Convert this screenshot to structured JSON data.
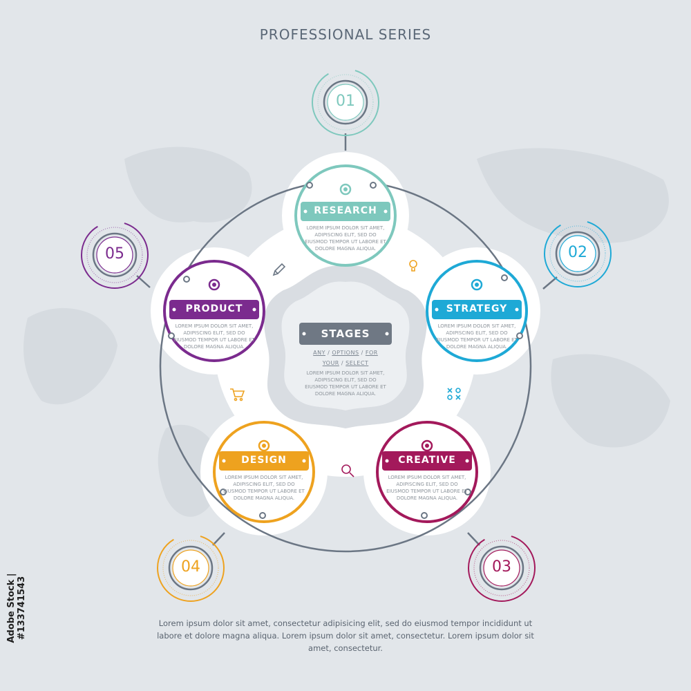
{
  "title": "PROFESSIONAL SERIES",
  "center": {
    "label": "STAGES",
    "options": [
      "ANY",
      "OPTIONS",
      "FOR",
      "YOUR",
      "SELECT"
    ],
    "separator": "/",
    "text": "LOREM IPSUM DOLOR SIT AMET, ADIPISCING ELIT, SED DO EIUSMOD TEMPOR UT LABORE ET DOLORE MAGNA ALIQUA."
  },
  "stages": [
    {
      "number": "01",
      "label": "RESEARCH",
      "color": "#7ec8bd",
      "text": "LOREM IPSUM DOLOR SIT AMET, ADIPISCING ELIT, SED DO EIUSMOD TEMPOR UT LABORE ET DOLORE MAGNA ALIQUA.",
      "icon": "lightbulb-icon"
    },
    {
      "number": "02",
      "label": "STRATEGY",
      "color": "#1ea9d6",
      "text": "LOREM IPSUM DOLOR SIT AMET, ADIPISCING ELIT, SED DO EIUSMOD TEMPOR UT LABORE ET DOLORE MAGNA ALIQUA.",
      "icon": "strategy-icon"
    },
    {
      "number": "03",
      "label": "CREATIVE",
      "color": "#a3195b",
      "text": "LOREM IPSUM DOLOR SIT AMET, ADIPISCING ELIT, SED DO EIUSMOD TEMPOR UT LABORE ET DOLORE MAGNA ALIQUA.",
      "icon": "magnifier-icon"
    },
    {
      "number": "04",
      "label": "DESIGN",
      "color": "#eea21f",
      "text": "LOREM IPSUM DOLOR SIT AMET, ADIPISCING ELIT, SED DO EIUSMOD TEMPOR UT LABORE ET DOLORE MAGNA ALIQUA.",
      "icon": "cart-icon"
    },
    {
      "number": "05",
      "label": "PRODUCT",
      "color": "#7b2b8e",
      "text": "LOREM IPSUM DOLOR SIT AMET, ADIPISCING ELIT, SED DO EIUSMOD TEMPOR UT LABORE ET DOLORE MAGNA ALIQUA.",
      "icon": "pencil-icon"
    }
  ],
  "footer": "Lorem ipsum dolor sit amet, consectetur adipisicing elit, sed do eiusmod tempor incididunt ut labore et dolore magna aliqua. Lorem ipsum dolor sit amet, consectetur. Lorem ipsum dolor sit amet, consectetur.",
  "stock_id": "Adobe Stock | #133741543",
  "colors": {
    "background": "#e2e6ea",
    "gray": "#6b7684",
    "label_gray": "#6f7884",
    "white": "#ffffff"
  }
}
